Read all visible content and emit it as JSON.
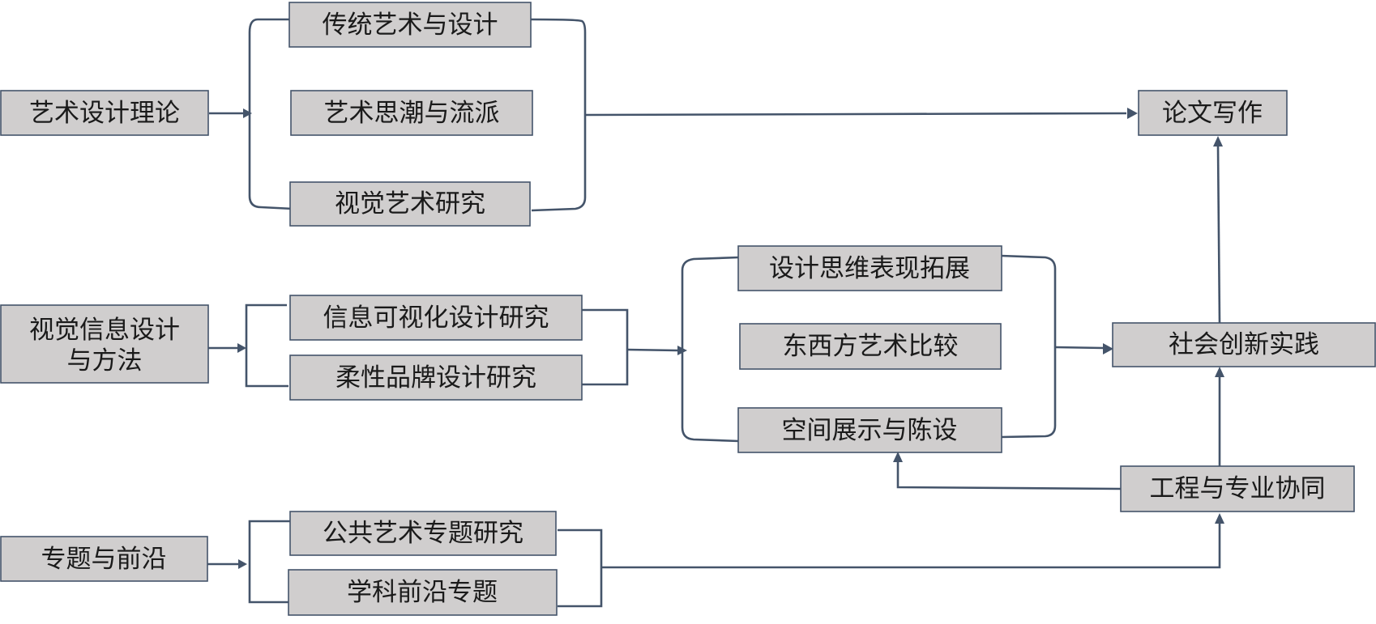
{
  "diagram": {
    "nodes": {
      "art_design_theory": "艺术设计理论",
      "traditional_art_design": "传统艺术与设计",
      "art_trends_schools": "艺术思潮与流派",
      "visual_art_research": "视觉艺术研究",
      "thesis_writing": "论文写作",
      "visual_info_design_line1": "视觉信息设计",
      "visual_info_design_line2": "与方法",
      "info_visualization_research": "信息可视化设计研究",
      "flexible_brand_research": "柔性品牌设计研究",
      "design_thinking_expression": "设计思维表现拓展",
      "east_west_art_comparison": "东西方艺术比较",
      "space_exhibition_display": "空间展示与陈设",
      "social_innovation_practice": "社会创新实践",
      "engineering_collaboration": "工程与专业协同",
      "topics_frontiers": "专题与前沿",
      "public_art_research": "公共艺术专题研究",
      "discipline_frontier_topics": "学科前沿专题"
    },
    "colors": {
      "box_fill": "#d0cece",
      "box_border": "#44546a",
      "connector": "#44546a",
      "text": "#1a1a1a"
    }
  }
}
